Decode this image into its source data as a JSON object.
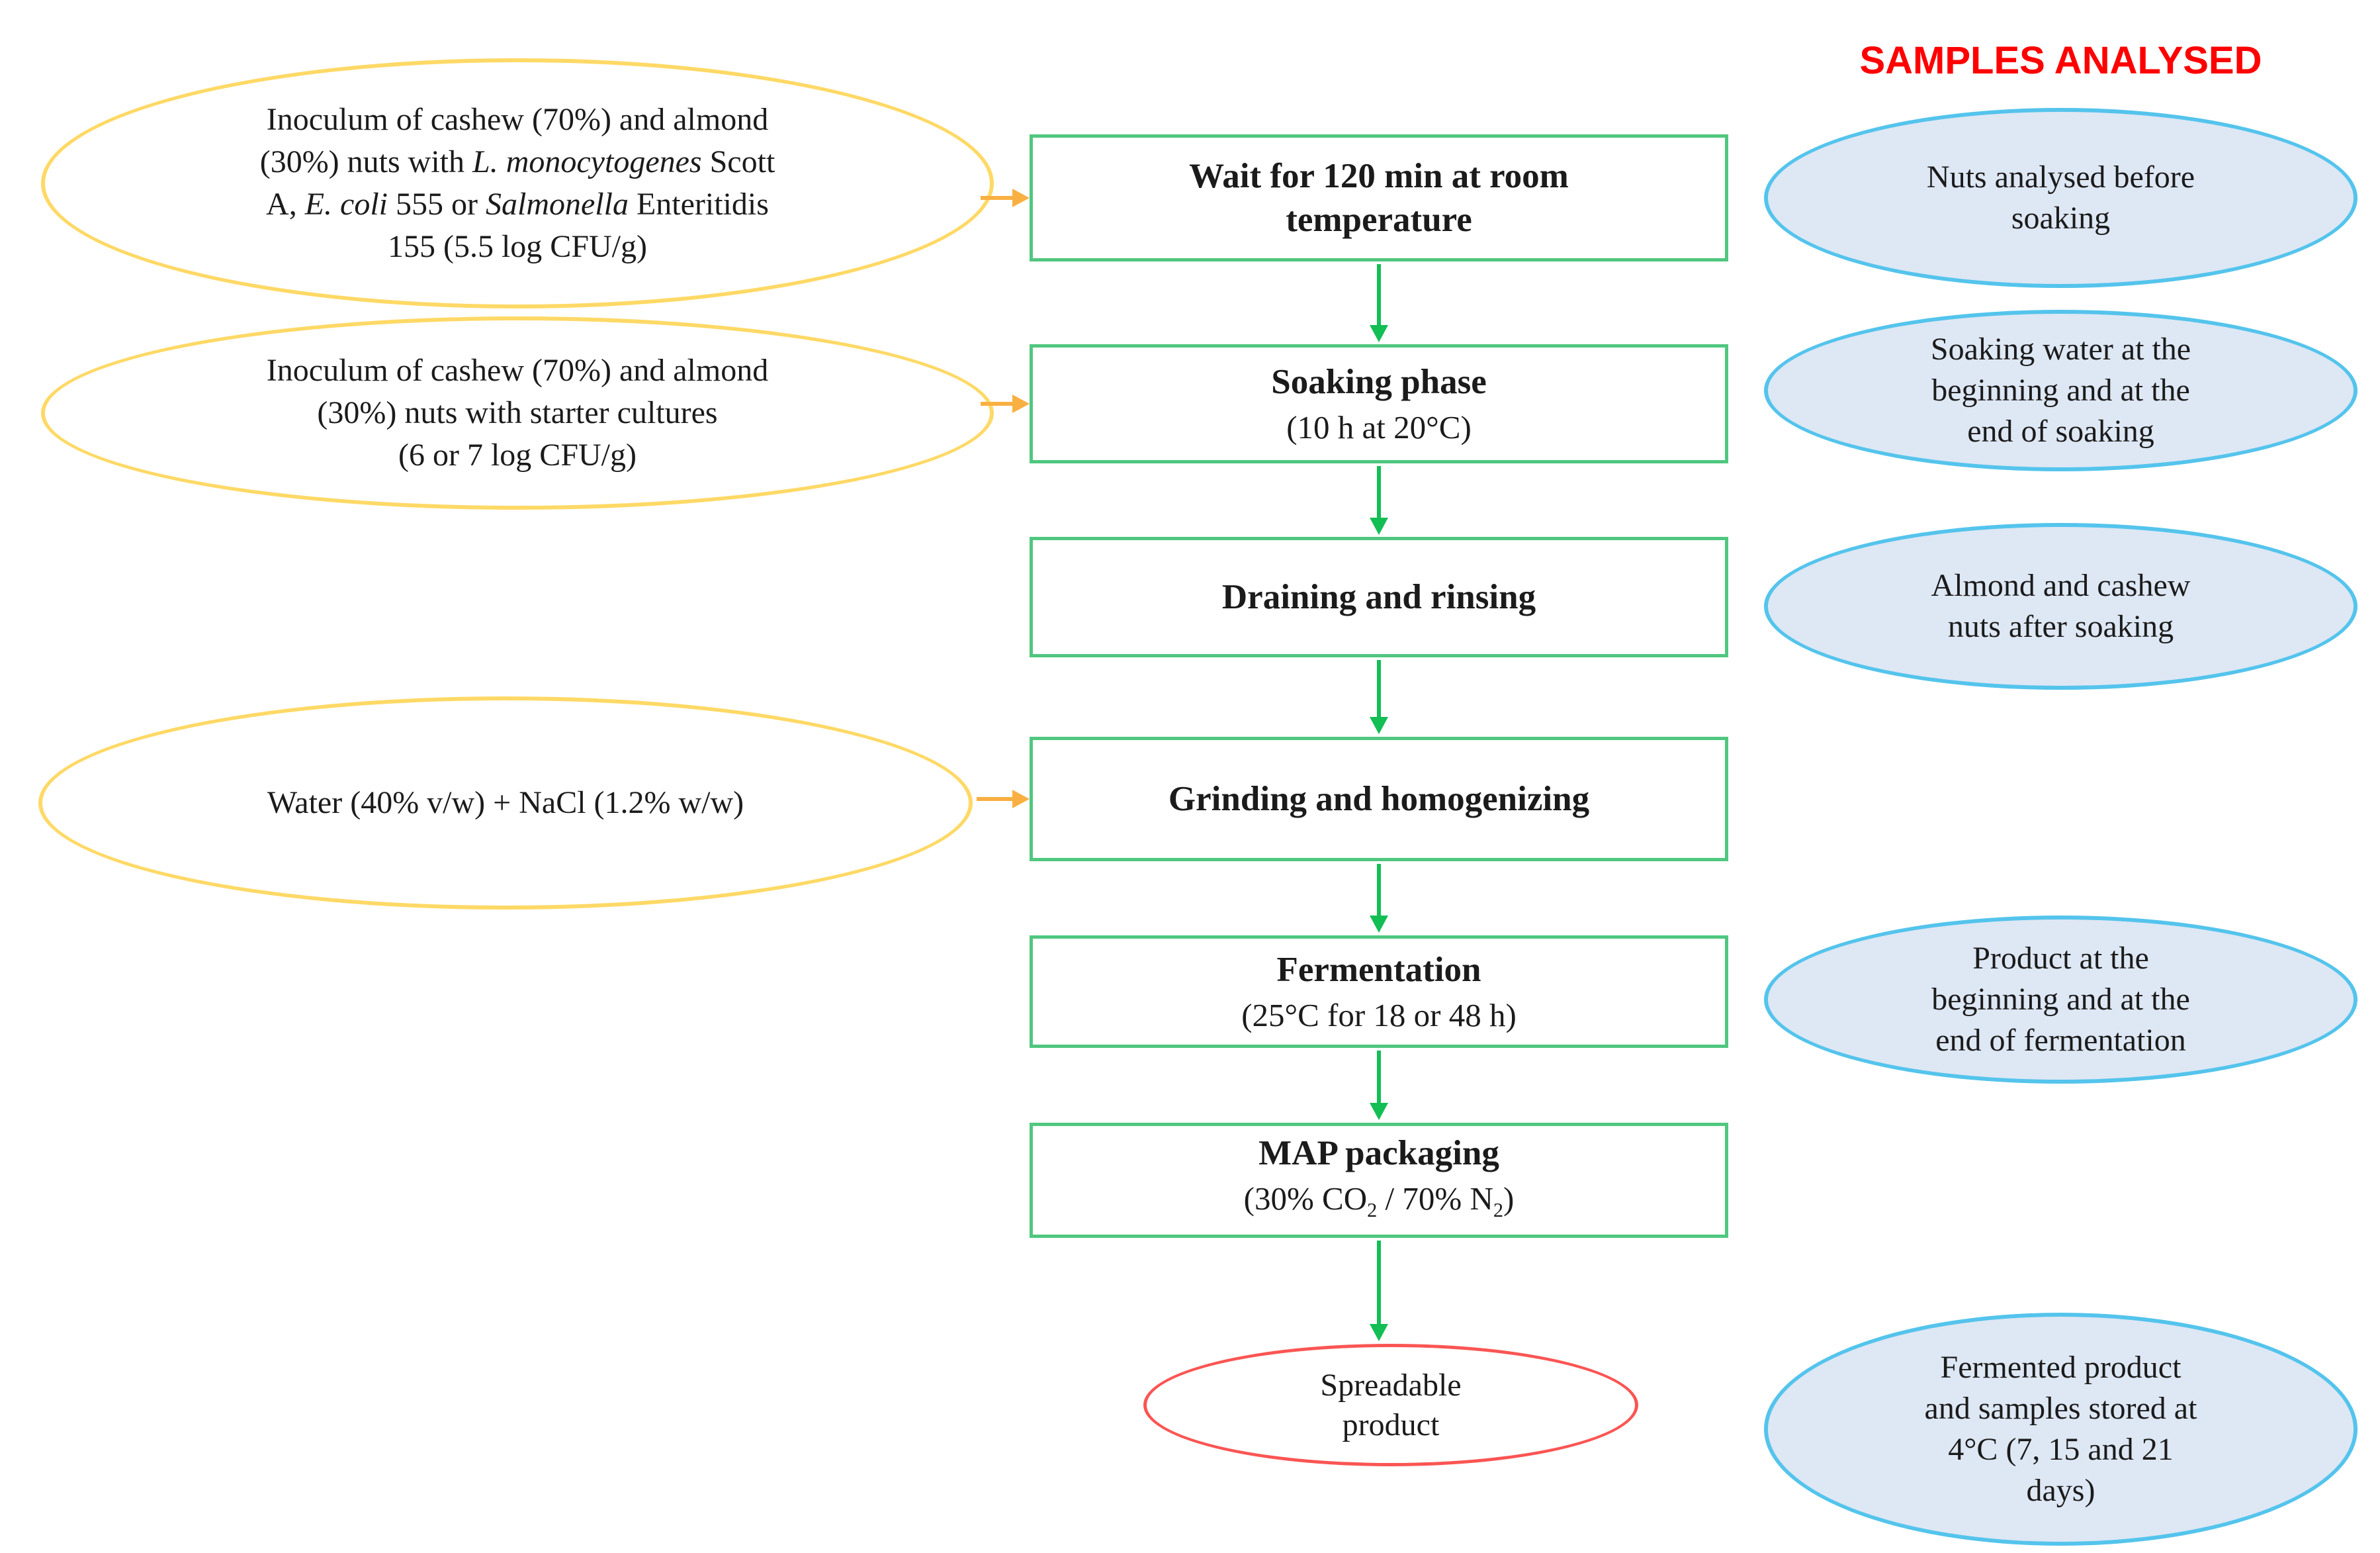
{
  "header": {
    "samples_analysed_label": "SAMPLES ANALYSED"
  },
  "colors": {
    "yellow_border": "#FFD966",
    "orange_arrow": "#F9B042",
    "green_border": "#50C77F",
    "green_arrow": "#13BE55",
    "blue_border": "#54C4EC",
    "blue_fill": "#DEE7F4",
    "red_border": "#FA5553",
    "red_heading": "#FF0000"
  },
  "inputs": [
    {
      "lines": [
        [
          {
            "t": "Inoculum of cashew (70%) and almond"
          }
        ],
        [
          {
            "t": "(30%) nuts with "
          },
          {
            "t": "L. monocytogenes",
            "i": true
          },
          {
            "t": " Scott"
          }
        ],
        [
          {
            "t": "A, "
          },
          {
            "t": "E. coli",
            "i": true
          },
          {
            "t": " 555 or "
          },
          {
            "t": "Salmonella",
            "i": true
          },
          {
            "t": " Enteritidis"
          }
        ],
        [
          {
            "t": "155 (5.5 log CFU/g)"
          }
        ]
      ]
    },
    {
      "lines": [
        [
          "Inoculum of cashew (70%) and almond"
        ],
        [
          "(30%) nuts with starter cultures"
        ],
        [
          "(6 or 7 log CFU/g)"
        ]
      ]
    },
    {
      "lines": [
        [
          "Water (40% v/w) + NaCl (1.2% w/w)"
        ]
      ]
    }
  ],
  "steps": [
    {
      "title_lines": [
        [
          "Wait for 120 min at room"
        ],
        [
          "temperature"
        ]
      ]
    },
    {
      "title_lines": [
        [
          "Soaking phase"
        ]
      ],
      "subtitle_lines": [
        [
          "(10 h at 20°C)"
        ]
      ]
    },
    {
      "title_lines": [
        [
          "Draining and rinsing"
        ]
      ]
    },
    {
      "title_lines": [
        [
          "Grinding and homogenizing"
        ]
      ]
    },
    {
      "title_lines": [
        [
          "Fermentation"
        ]
      ],
      "subtitle_lines": [
        [
          "(25°C for 18 or 48 h)"
        ]
      ]
    },
    {
      "title_lines": [
        [
          "MAP packaging"
        ]
      ],
      "subtitle_lines": [
        [
          {
            "t": "(30% CO"
          },
          {
            "t": "2",
            "sub": true
          },
          {
            "t": " / 70% N"
          },
          {
            "t": "2",
            "sub": true
          },
          {
            "t": ")"
          }
        ]
      ]
    }
  ],
  "output_node": {
    "lines": [
      [
        "Spreadable"
      ],
      [
        "product"
      ]
    ]
  },
  "samples": [
    {
      "lines": [
        [
          "Nuts analysed before"
        ],
        [
          "soaking"
        ]
      ]
    },
    {
      "lines": [
        [
          "Soaking water at the"
        ],
        [
          "beginning and at the"
        ],
        [
          "end of soaking"
        ]
      ]
    },
    {
      "lines": [
        [
          "Almond and cashew"
        ],
        [
          "nuts after soaking"
        ]
      ]
    },
    {
      "lines": [
        [
          "Product at the"
        ],
        [
          "beginning and at the"
        ],
        [
          "end of fermentation"
        ]
      ]
    },
    {
      "lines": [
        [
          "Fermented product"
        ],
        [
          "and samples stored at"
        ],
        [
          "4°C (7, 15 and 21"
        ],
        [
          "days)"
        ]
      ]
    }
  ]
}
